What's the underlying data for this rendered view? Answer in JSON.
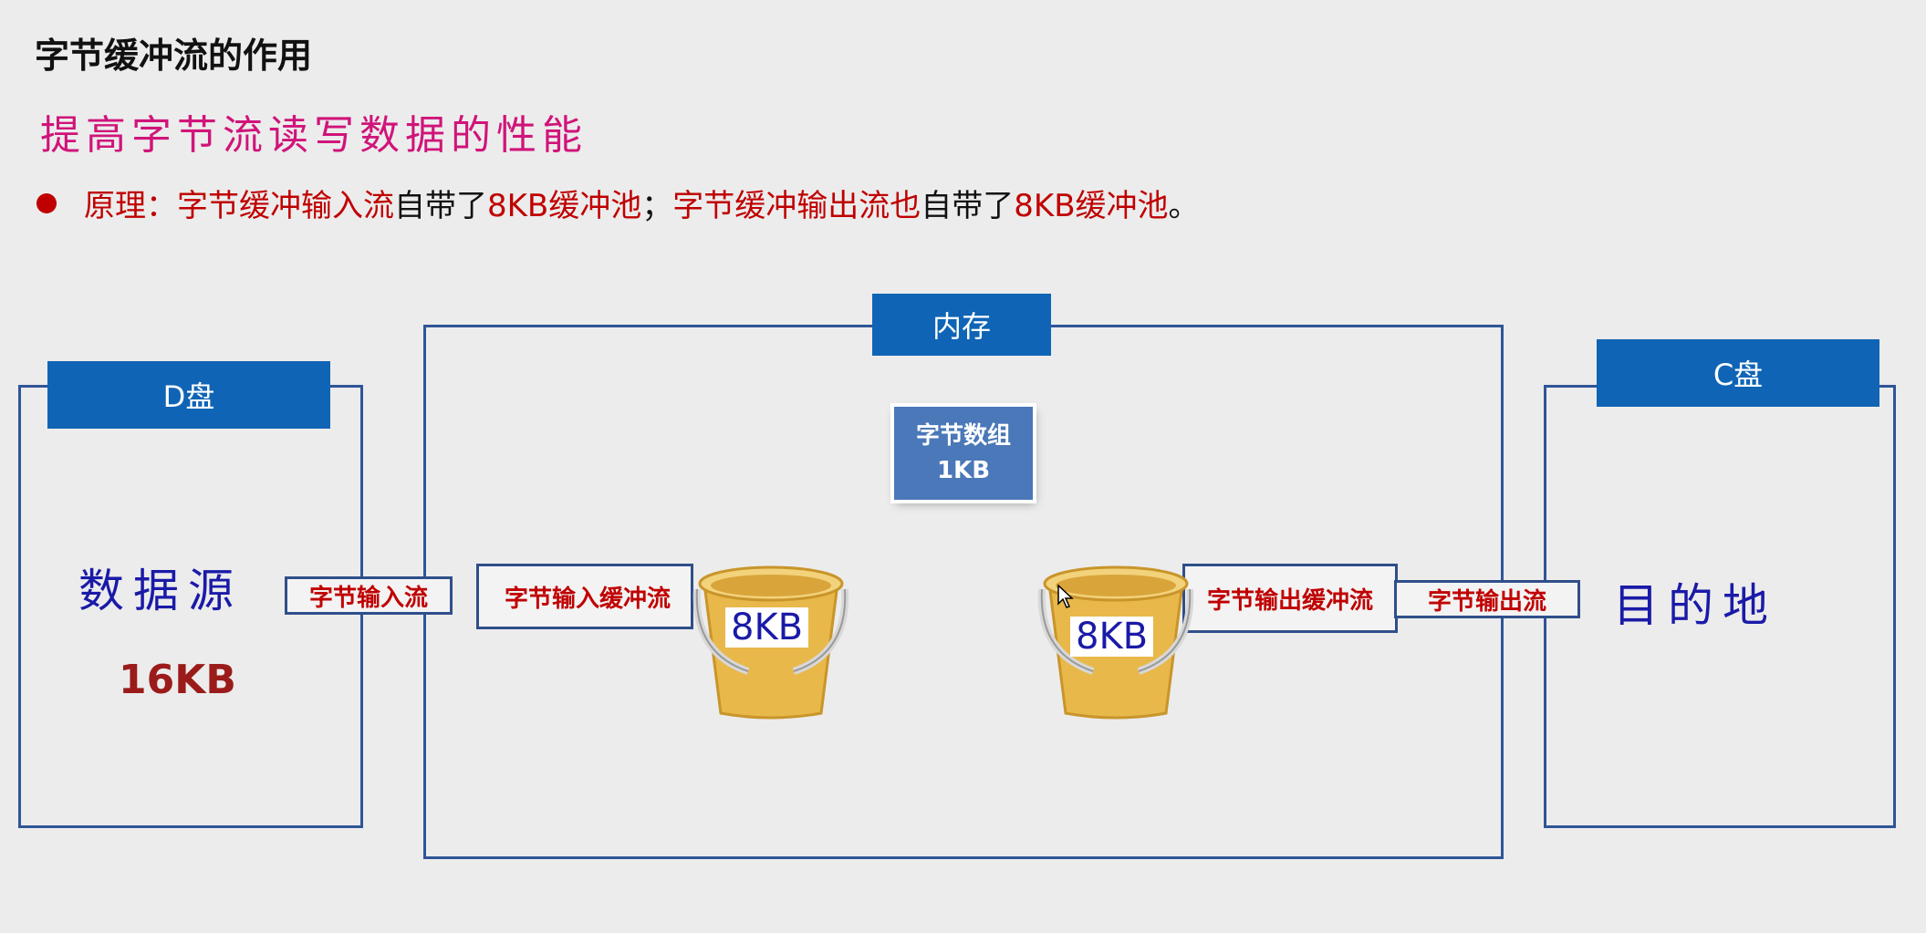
{
  "title": "字节缓冲流的作用",
  "subtitle": "提高字节流读写数据的性能",
  "principle": {
    "prefix": "原理：",
    "part1": "字节缓冲输入流",
    "part2": "自带了",
    "part3": "8KB缓冲池",
    "part4": "；",
    "part5": "字节缓冲输出流也",
    "part6": "自带了",
    "part7": "8KB缓冲池",
    "part8": "。"
  },
  "d_disk": {
    "header": "D盘",
    "source_label": "数据源",
    "size": "16KB"
  },
  "memory": {
    "header": "内存",
    "array_line1": "字节数组",
    "array_line2": "1KB"
  },
  "c_disk": {
    "header": "C盘",
    "dest_label": "目的地"
  },
  "streams": {
    "input": "字节输入流",
    "buffered_input": "字节输入缓冲流",
    "buffered_output": "字节输出缓冲流",
    "output": "字节输出流"
  },
  "buckets": {
    "left": "8KB",
    "right": "8KB"
  },
  "colors": {
    "accent_blue": "#0f64b5",
    "frame_blue": "#2f5597",
    "red_text": "#c00000",
    "pink_text": "#d0147a"
  }
}
